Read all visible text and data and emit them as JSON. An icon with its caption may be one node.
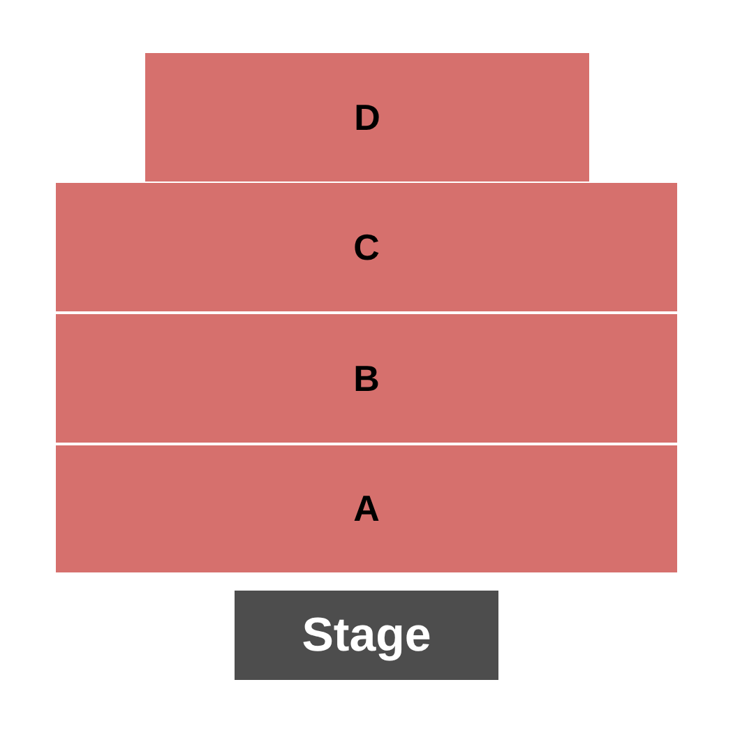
{
  "diagram": {
    "nodes": [
      {
        "text": [
          "D"
        ]
      },
      {
        "text": [
          "C"
        ]
      },
      {
        "text": [
          "B"
        ]
      },
      {
        "text": [
          "A"
        ]
      },
      {
        "text": [
          "Stage"
        ]
      }
    ]
  }
}
